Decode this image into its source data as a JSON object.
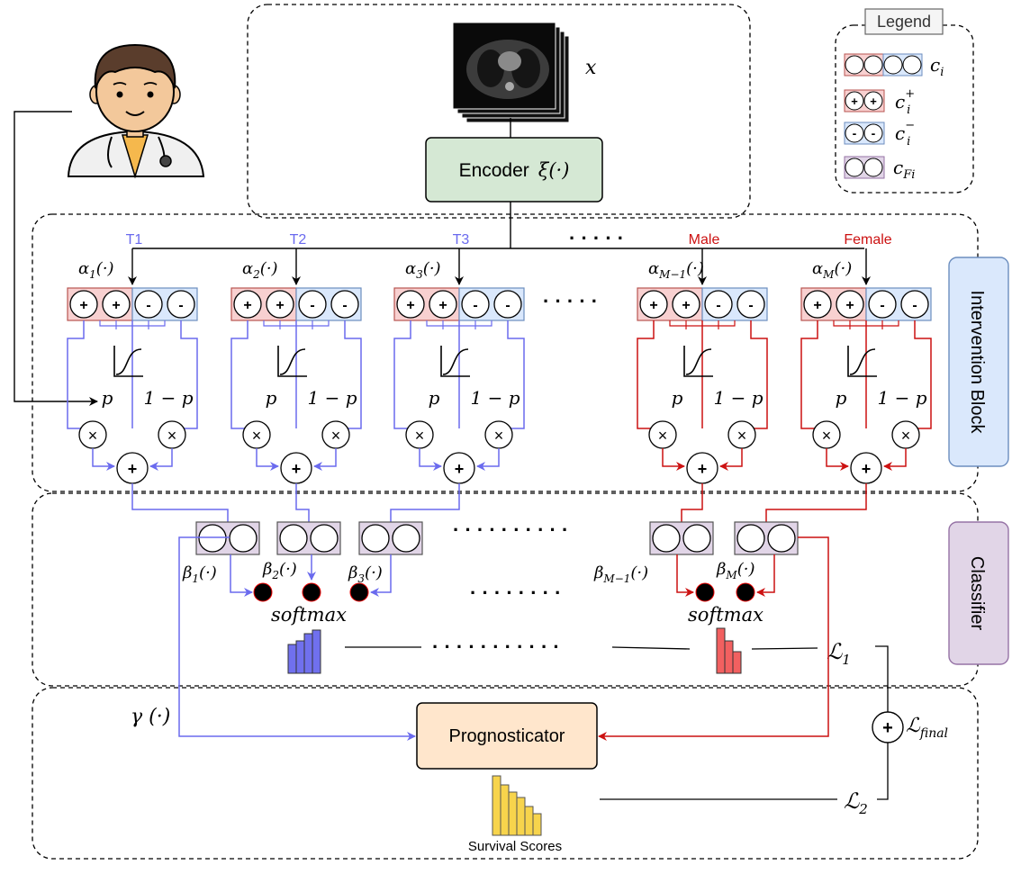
{
  "colors": {
    "blue": "#6a6aee",
    "red": "#cc1111",
    "pos_fill": "#f8d0d0",
    "pos_stroke": "#b85450",
    "neg_fill": "#dae8fc",
    "neg_stroke": "#6c8ebf",
    "purple_fill": "#e1d5e7",
    "purple_stroke": "#9673a6",
    "encoder_fill": "#d5e8d4",
    "encoder_stroke": "#82b366",
    "progn_fill": "#ffe6cc",
    "progn_stroke": "#d79b00",
    "side_blue": "#dae8fc",
    "side_purple": "#e1d5e7"
  },
  "icons": {
    "doctor": "doctor-icon",
    "ct_scan": "ct-scan-image",
    "sigmoid": "sigmoid-icon",
    "multiply": "multiply-icon",
    "add": "plus-icon"
  },
  "legend": {
    "title": "Legend",
    "items": [
      {
        "symbol": "",
        "label": "c",
        "sub": "i",
        "sup": ""
      },
      {
        "symbol": "+ +",
        "label": "c",
        "sub": "i",
        "sup": "+"
      },
      {
        "symbol": "- -",
        "label": "c",
        "sub": "i",
        "sup": "−"
      },
      {
        "symbol": "",
        "label": "c",
        "sub": "Fi",
        "sup": ""
      }
    ]
  },
  "encoder": {
    "input_label": "x",
    "label": "Encoder",
    "fn": "ξ(·)"
  },
  "concepts": [
    {
      "name": "T1",
      "alpha": "α",
      "alpha_sub": "1",
      "beta": "β",
      "beta_sub": "1",
      "color": "blue"
    },
    {
      "name": "T2",
      "alpha": "α",
      "alpha_sub": "2",
      "beta": "β",
      "beta_sub": "2",
      "color": "blue"
    },
    {
      "name": "T3",
      "alpha": "α",
      "alpha_sub": "3",
      "beta": "β",
      "beta_sub": "3",
      "color": "blue"
    },
    {
      "name": "Male",
      "alpha": "α",
      "alpha_sub": "M−1",
      "beta": "β",
      "beta_sub": "M−1",
      "color": "red"
    },
    {
      "name": "Female",
      "alpha": "α",
      "alpha_sub": "M",
      "beta": "β",
      "beta_sub": "M",
      "color": "red"
    }
  ],
  "arg": "(·)",
  "gate": {
    "p": "p",
    "one_minus_p": "1 − p",
    "plus_symbol": "+",
    "minus_symbol": "-",
    "times_symbol": "×"
  },
  "ellipsis": "· · · · ·",
  "softmax": "softmax",
  "blocks": {
    "intervention": "Intervention Block",
    "classifier": "Classifier"
  },
  "gamma": "γ (·)",
  "prognosticator": "Prognosticator",
  "survival_scores": "Survival Scores",
  "losses": {
    "l1": "ℒ",
    "l1_sub": "1",
    "l2": "ℒ",
    "l2_sub": "2",
    "final": "ℒ",
    "final_sub": "final"
  }
}
